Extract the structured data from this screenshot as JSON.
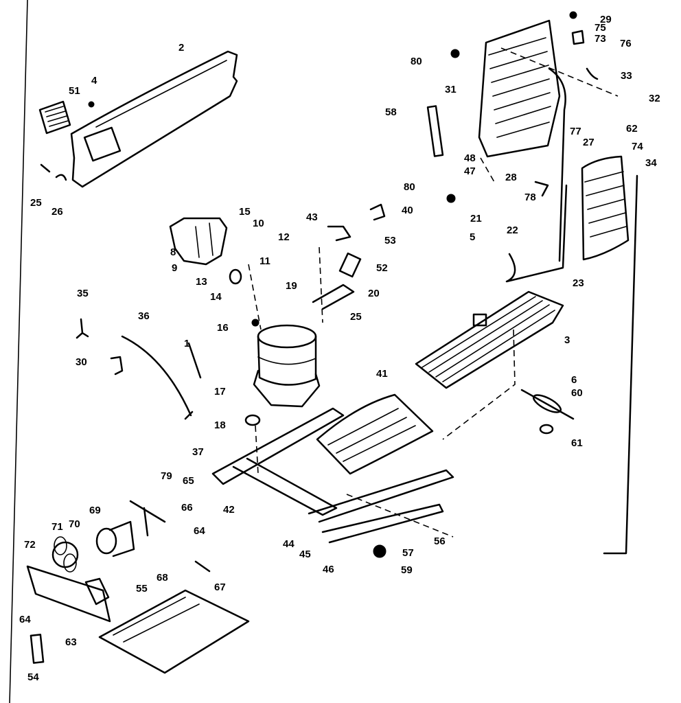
{
  "diagram": {
    "type": "exploded-parts-view",
    "callouts": [
      "1",
      "2",
      "3",
      "4",
      "5",
      "6",
      "8",
      "9",
      "10",
      "11",
      "12",
      "13",
      "14",
      "15",
      "16",
      "17",
      "18",
      "19",
      "20",
      "21",
      "22",
      "23",
      "25",
      "26",
      "27",
      "28",
      "29",
      "30",
      "31",
      "32",
      "33",
      "34",
      "35",
      "36",
      "37",
      "40",
      "41",
      "42",
      "43",
      "44",
      "45",
      "46",
      "47",
      "48",
      "51",
      "52",
      "53",
      "54",
      "55",
      "56",
      "57",
      "58",
      "59",
      "60",
      "61",
      "62",
      "63",
      "64",
      "65",
      "66",
      "67",
      "68",
      "69",
      "70",
      "71",
      "72",
      "73",
      "74",
      "75",
      "76",
      "77",
      "78",
      "79",
      "80"
    ]
  }
}
